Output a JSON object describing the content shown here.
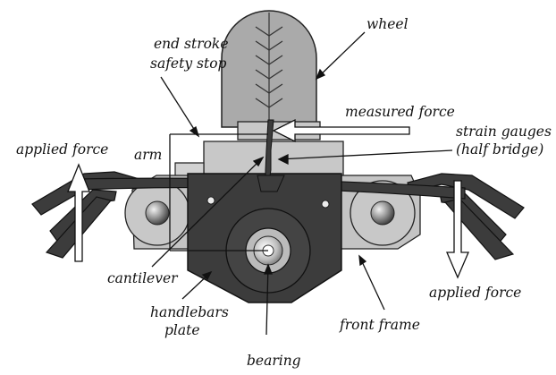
{
  "labels": {
    "wheel": "wheel",
    "end_stroke_1": "end stroke",
    "end_stroke_2": "safety stop",
    "measured_force": "measured force",
    "strain_gauges_1": "strain gauges",
    "strain_gauges_2": "(half bridge)",
    "applied_force_left": "applied force",
    "arm": "arm",
    "applied_force_right": "applied force",
    "cantilever": "cantilever",
    "handlebars_1": "handlebars",
    "handlebars_2": "plate",
    "front_frame": "front frame",
    "bearing": "bearing"
  },
  "colors": {
    "wheel_fill": "#aaaaaa",
    "light_part": "#c8c8c8",
    "dark_part": "#3c3c3c",
    "outline": "#222222",
    "background": "#ffffff"
  }
}
